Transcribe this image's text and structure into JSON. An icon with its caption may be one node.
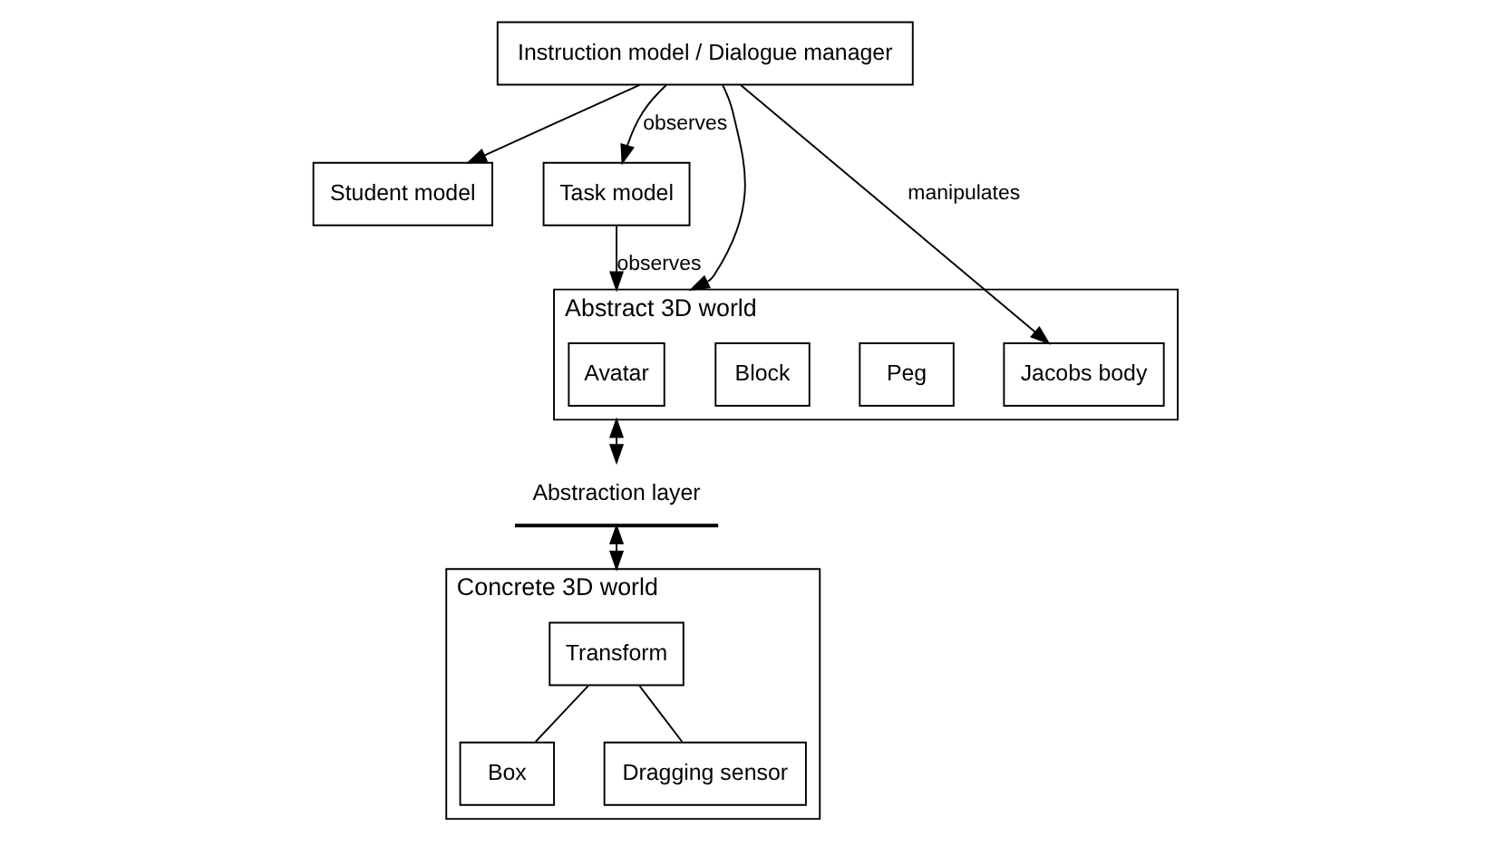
{
  "diagram": {
    "nodes": [
      {
        "text": [
          "Student model"
        ]
      },
      {
        "text": [
          "Instruction model / Dialogue manager"
        ]
      },
      {
        "text": [
          "Task model"
        ]
      },
      {
        "text": [
          "Abstract 3D world"
        ]
      },
      {
        "text": [
          "Avatar"
        ],
        "in": 3
      },
      {
        "text": [
          "Peg"
        ],
        "in": 3
      },
      {
        "text": [
          "Block"
        ],
        "in": 3
      },
      {
        "text": [
          "Jacobs body"
        ],
        "in": 3
      },
      {
        "text": [
          "Abstraction layer"
        ]
      },
      {
        "text": [
          "Concrete 3D world"
        ]
      },
      {
        "text": [
          "Transform"
        ],
        "in": 9
      },
      {
        "text": [
          "Box"
        ],
        "in": 9
      },
      {
        "text": [
          "Dragging sensor"
        ],
        "in": 9
      }
    ],
    "edges": [
      {
        "from": 1,
        "to": 0,
        "arrow": "to"
      },
      {
        "from": 1,
        "to": 2,
        "arrow": "to",
        "label": "observes"
      },
      {
        "from": 2,
        "to": 3,
        "arrow": "to",
        "label": "observes"
      },
      {
        "from": 1,
        "to": 3,
        "arrow": "to"
      },
      {
        "from": 1,
        "to": 7,
        "arrow": "to",
        "label": "manipulates"
      },
      {
        "from": 3,
        "to": 8,
        "arrow": "both"
      },
      {
        "from": 8,
        "to": 9,
        "arrow": "both"
      },
      {
        "from": 10,
        "to": 11,
        "arrow": "none"
      },
      {
        "from": 10,
        "to": 12,
        "arrow": "none"
      }
    ]
  }
}
